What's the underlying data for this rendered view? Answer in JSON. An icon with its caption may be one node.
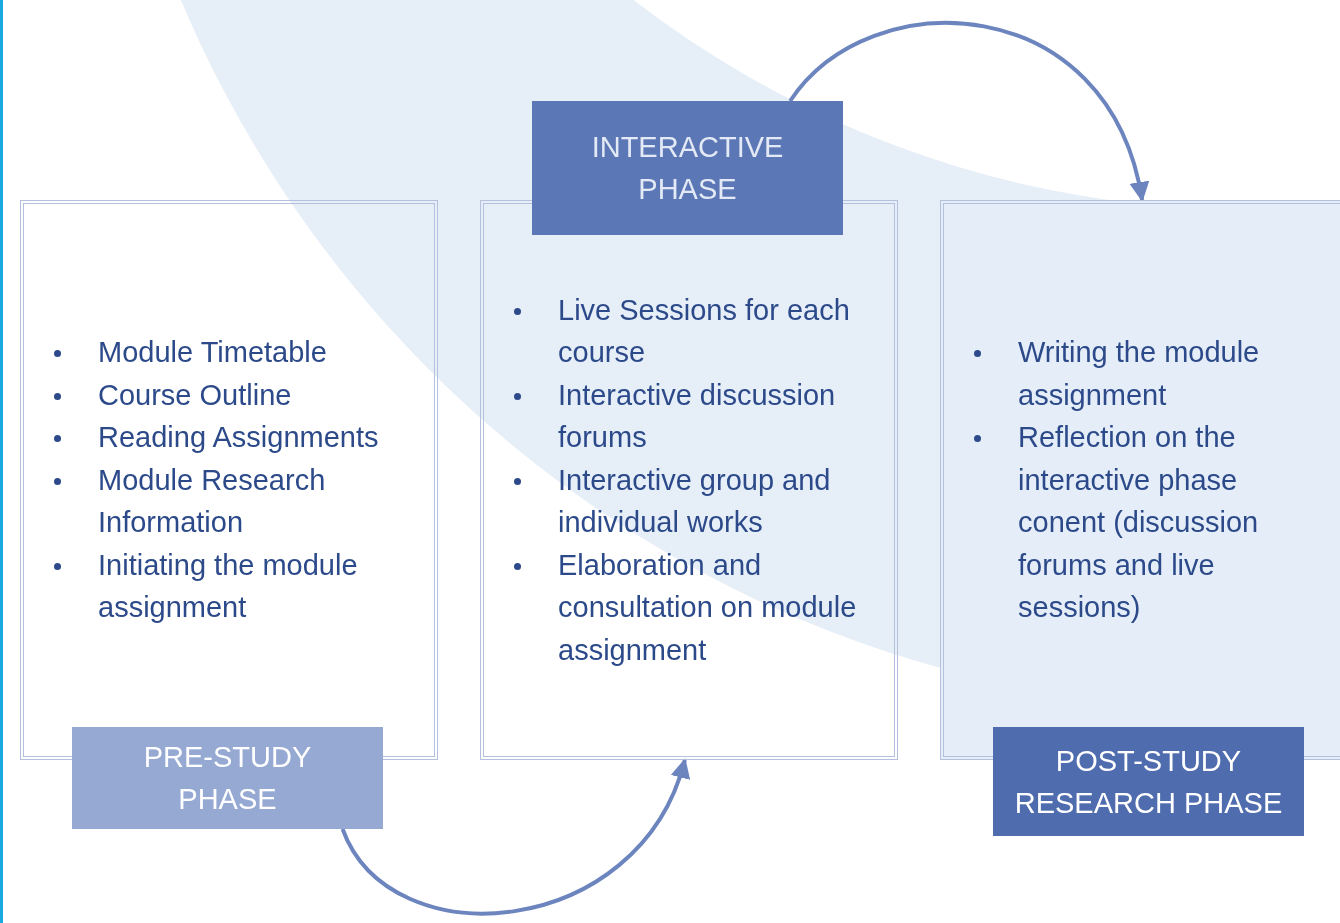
{
  "diagram": {
    "nodes": [
      {
        "text": [
          "Module Timetable",
          "Course Outline",
          "Reading Assignments",
          "Module Research Information",
          "Initiating the module assignment"
        ]
      },
      {
        "text": [
          "PRE-STUDY PHASE"
        ]
      },
      {
        "text": [
          "Live Sessions for each course",
          "Interactive discussion forums",
          "Interactive group and individual works",
          "Elaboration and consultation on module assignment"
        ]
      },
      {
        "text": [
          "INTERACTIVE PHASE"
        ]
      },
      {
        "text": [
          "Writing the module assignment",
          "Reflection on the interactive phase conent (discussion forums and live sessions)"
        ]
      },
      {
        "text": [
          "POST-STUDY RESEARCH PHASE"
        ]
      }
    ],
    "edges": [
      {
        "from": 1,
        "to": 2,
        "arrow": "to"
      },
      {
        "from": 3,
        "to": 4,
        "arrow": "to"
      }
    ]
  }
}
